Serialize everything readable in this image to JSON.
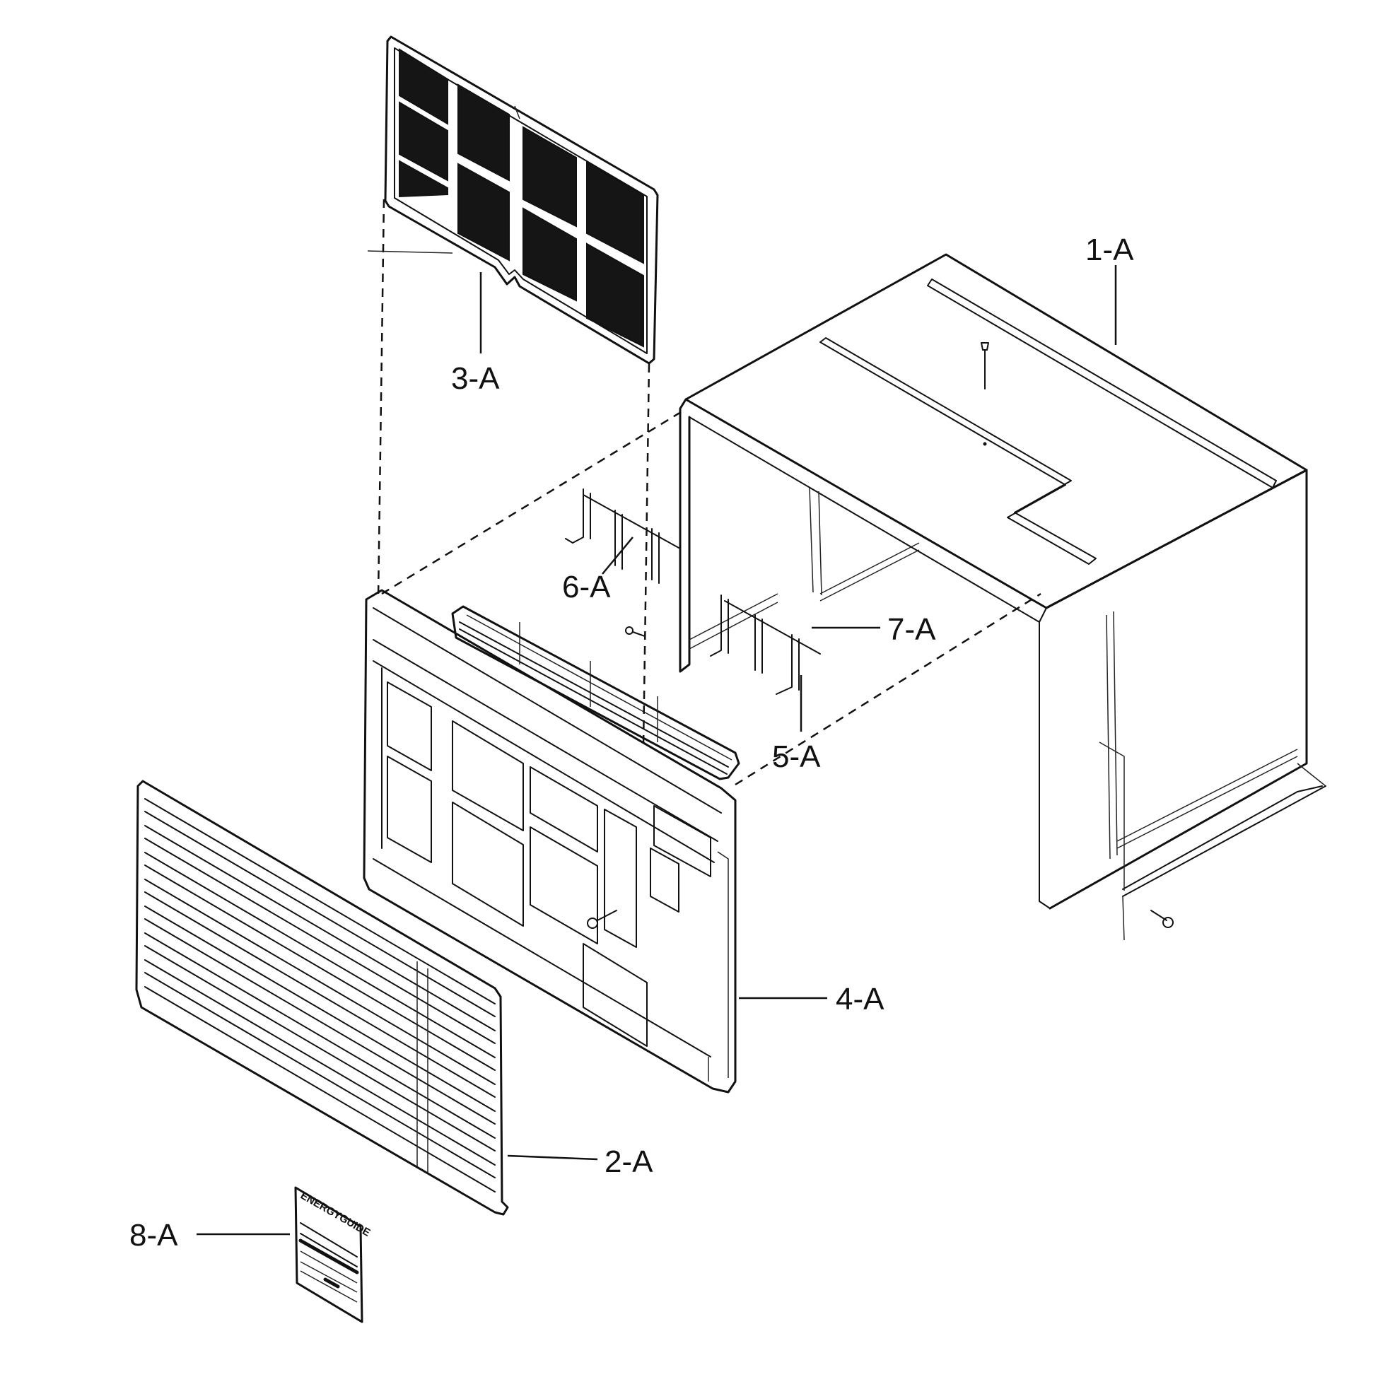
{
  "callouts": {
    "cabinet": "1-A",
    "front_grille": "2-A",
    "air_filter": "3-A",
    "front_panel": "4-A",
    "bracket_5": "5-A",
    "bracket_6": "6-A",
    "bracket_7": "7-A",
    "energy_guide": "8-A"
  },
  "energy_guide_label": {
    "title": "ENERGYGUIDE"
  }
}
